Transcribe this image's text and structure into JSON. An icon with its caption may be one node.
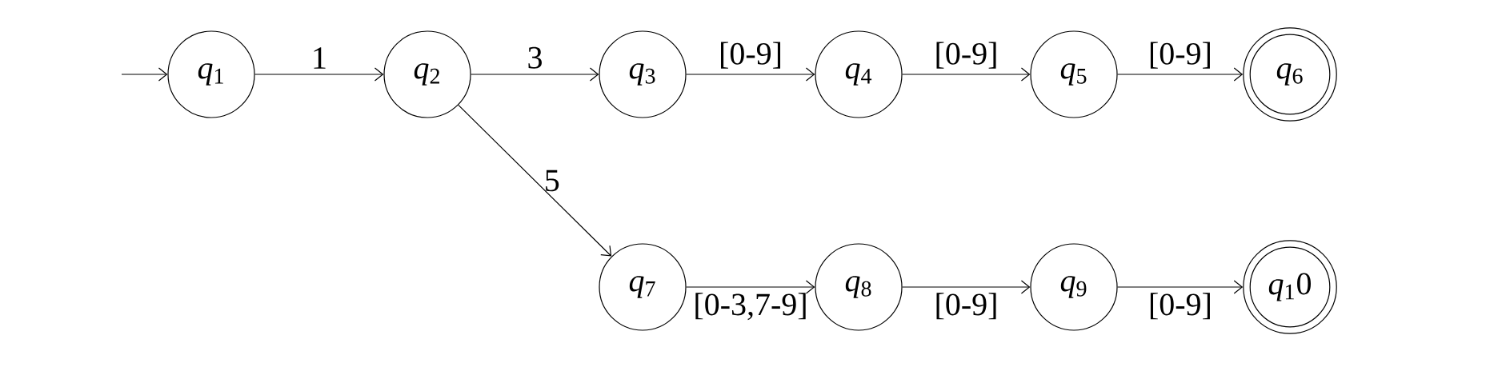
{
  "diagram": {
    "nodes": [
      {
        "text": [
          "*q*$_{1}$"
        ]
      },
      {
        "text": [
          "*q*$_{2}$"
        ]
      },
      {
        "text": [
          "*q*$_{3}$"
        ]
      },
      {
        "text": [
          "*q*$_{4}$"
        ]
      },
      {
        "text": [
          "*q*$_{5}$"
        ]
      },
      {
        "text": [
          "*q*$_{6}$"
        ]
      },
      {
        "text": [
          "*q*$_{7}$"
        ]
      },
      {
        "text": [
          "*q*$_{8}$"
        ]
      },
      {
        "text": [
          "*q*$_{9}$"
        ]
      },
      {
        "text": [
          "*q*$_{1}$0"
        ]
      }
    ],
    "edges": [
      {
        "from": null,
        "to": 0,
        "arrow": "to"
      },
      {
        "from": 0,
        "to": 1,
        "arrow": "to",
        "label": "1"
      },
      {
        "from": 1,
        "to": 2,
        "arrow": "to",
        "label": "3"
      },
      {
        "from": 2,
        "to": 3,
        "arrow": "to",
        "label": "[0-9]"
      },
      {
        "from": 3,
        "to": 4,
        "arrow": "to",
        "label": "[0-9]"
      },
      {
        "from": 4,
        "to": 5,
        "arrow": "to",
        "label": "[0-9]"
      },
      {
        "from": 1,
        "to": 6,
        "arrow": "to",
        "label": "5"
      },
      {
        "from": 6,
        "to": 7,
        "arrow": "to",
        "label": "[0-3,7-9]"
      },
      {
        "from": 7,
        "to": 8,
        "arrow": "to",
        "label": "[0-9]"
      },
      {
        "from": 8,
        "to": 9,
        "arrow": "to",
        "label": "[0-9]"
      }
    ]
  }
}
